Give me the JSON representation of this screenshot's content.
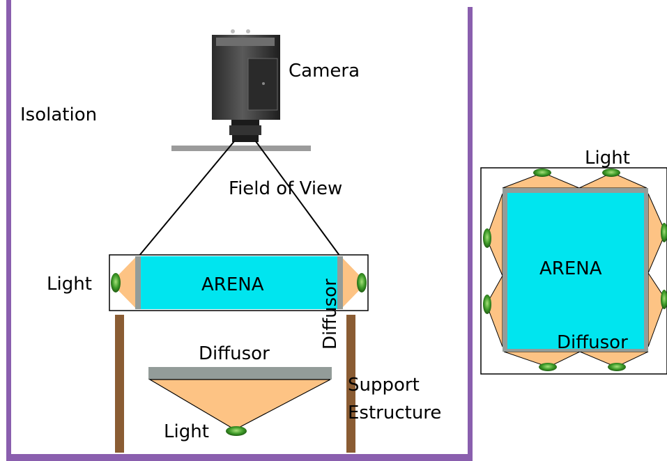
{
  "labels": {
    "isolation": "Isolation",
    "camera": "Camera",
    "field_of_view": "Field of View",
    "side_light": "Light",
    "side_arena": "ARENA",
    "side_diffusor_vertical": "Diffusor",
    "bottom_diffusor": "Diffusor",
    "bottom_light": "Light",
    "support_line1": "Support",
    "support_line2": "Estructure",
    "top_light": "Light",
    "top_arena": "ARENA",
    "top_diffusor": "Diffusor"
  },
  "colors": {
    "enclosure_frame": "#8a5fae",
    "arena": "#00e5ef",
    "diffusor": "#939c99",
    "light_cone": "#fdc384",
    "light_bulb": "#3d9a28",
    "support": "#8a5c33",
    "camera_body": "#3c3c3c"
  },
  "icons": {
    "camera": "camera-icon",
    "light": "light-bulb-icon"
  }
}
